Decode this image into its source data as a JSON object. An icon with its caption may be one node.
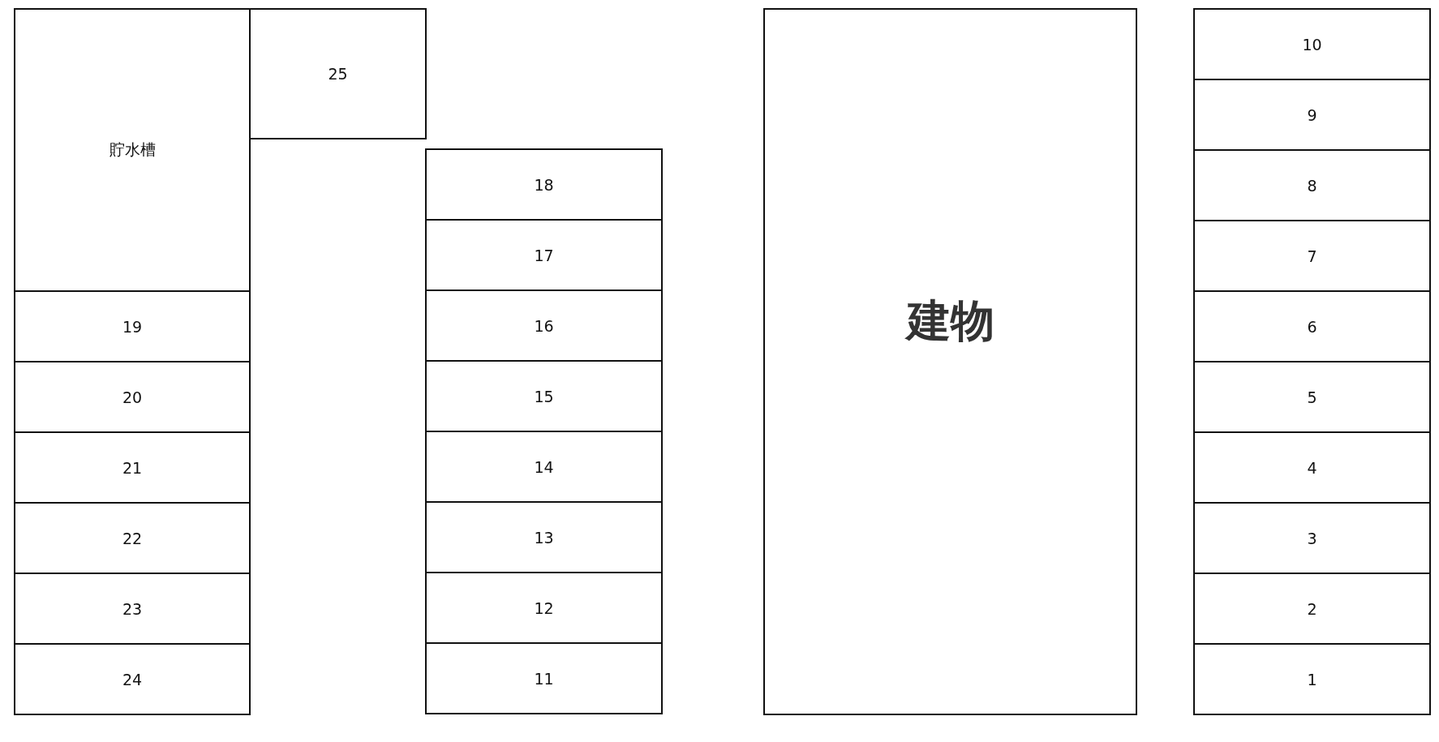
{
  "diagram": {
    "nodes": [
      {
        "text": [
          "貯水槽"
        ]
      },
      {
        "text": [
          "19"
        ]
      },
      {
        "text": [
          "20"
        ]
      },
      {
        "text": [
          "21"
        ]
      },
      {
        "text": [
          "22"
        ]
      },
      {
        "text": [
          "23"
        ]
      },
      {
        "text": [
          "24"
        ]
      },
      {
        "text": [
          "25"
        ]
      },
      {
        "text": [
          "18"
        ]
      },
      {
        "text": [
          "17"
        ]
      },
      {
        "text": [
          "16"
        ]
      },
      {
        "text": [
          "15"
        ]
      },
      {
        "text": [
          "14"
        ]
      },
      {
        "text": [
          "13"
        ]
      },
      {
        "text": [
          "12"
        ]
      },
      {
        "text": [
          "11"
        ]
      },
      {
        "text": [
          "建物"
        ]
      },
      {
        "text": [
          "10"
        ]
      },
      {
        "text": [
          "9"
        ]
      },
      {
        "text": [
          "8"
        ]
      },
      {
        "text": [
          "7"
        ]
      },
      {
        "text": [
          "6"
        ]
      },
      {
        "text": [
          "5"
        ]
      },
      {
        "text": [
          "4"
        ]
      },
      {
        "text": [
          "3"
        ]
      },
      {
        "text": [
          "2"
        ]
      },
      {
        "text": [
          "1"
        ]
      }
    ]
  }
}
